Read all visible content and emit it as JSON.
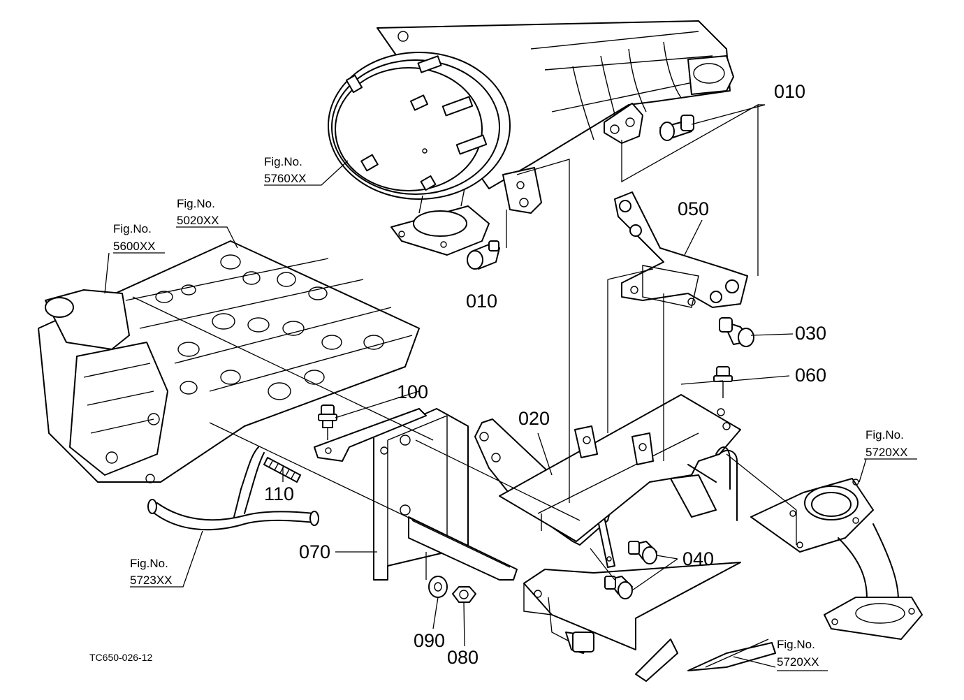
{
  "drawing_code": "TC650-026-12",
  "fig_refs": {
    "dpf": {
      "label": "Fig.No.",
      "number": "5760XX"
    },
    "head": {
      "label": "Fig.No.",
      "number": "5020XX"
    },
    "water_pipe": {
      "label": "Fig.No.",
      "number": "5600XX"
    },
    "hose": {
      "label": "Fig.No.",
      "number": "5723XX"
    },
    "exhaust_pipe": {
      "label": "Fig.No.",
      "number": "5720XX"
    },
    "exhaust_lower": {
      "label": "Fig.No.",
      "number": "5720XX"
    }
  },
  "parts": {
    "p010_top": "010",
    "p010_bottom": "010",
    "p020": "020",
    "p030": "030",
    "p040": "040",
    "p050": "050",
    "p060": "060",
    "p070": "070",
    "p080": "080",
    "p090": "090",
    "p100": "100",
    "p110": "110"
  }
}
